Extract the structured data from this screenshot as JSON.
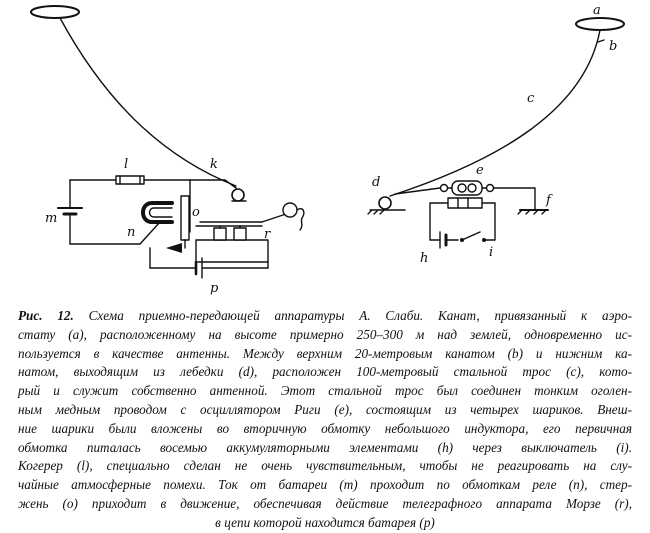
{
  "figure": {
    "labels": {
      "a": "a",
      "b": "b",
      "c": "c",
      "d": "d",
      "e": "e",
      "f": "f",
      "h": "h",
      "i": "i",
      "k": "k",
      "l": "l",
      "m": "m",
      "n": "n",
      "o": "o",
      "p": "p",
      "r": "r"
    }
  },
  "caption": {
    "fig_number": "Рис. 12.",
    "lines": [
      " Схема приемно-передающей аппаратуры А. Слаби. Канат, привязанный к аэро-",
      "стату (а), расположенному на высоте примерно 250–300 м над землей, одновременно ис-",
      "пользуется в качестве антенны. Между верхним 20-метровым канатом (b) и нижним ка-",
      "натом, выходящим из лебедки (d), расположен 100-метровый стальной трос (с), кото-",
      "рый и служит собственно антенной. Этот стальной трос был соединен тонким оголен-",
      "ным медным проводом с осциллятором Риги (е), состоящим из четырех шариков. Внеш-",
      "ние шарики были вложены во вторичную обмотку небольшого индуктора, его первичная",
      "обмотка питалась восемью аккумуляторными элементами (h) через выключатель (i).",
      "Когерер (l), специально сделан не очень чувствительным, чтобы не реагировать на слу-",
      "чайные атмосферные помехи. Ток от батареи (m) проходит по обмоткам реле (n), стер-",
      "жень (о) приходит в движение, обеспечивая действие телеграфного аппарата Морзе (r),",
      "в цепи которой находится батарея (p)"
    ]
  }
}
